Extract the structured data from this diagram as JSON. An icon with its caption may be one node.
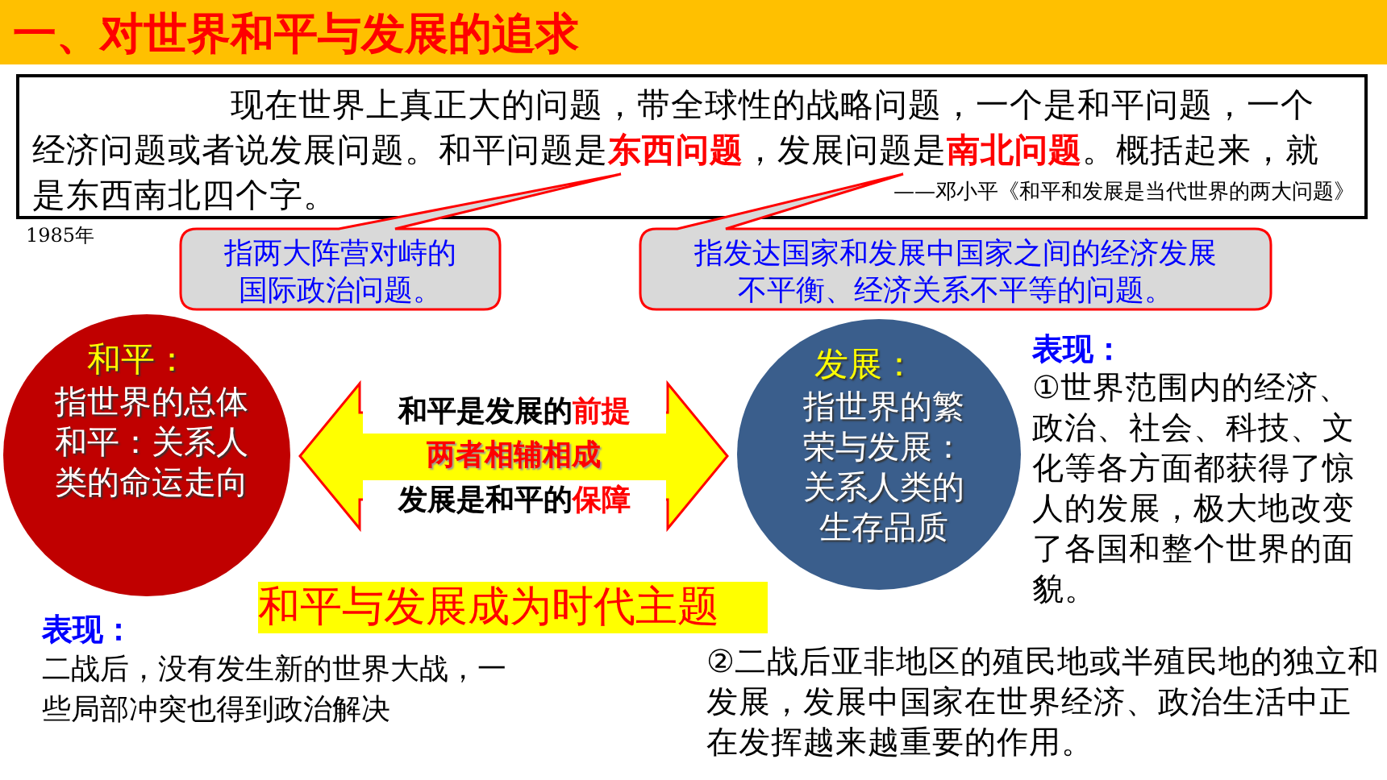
{
  "diagram": {
    "title": "一、对世界和平与发展的追求",
    "nodes": [
      {
        "text": [
          "现在世界上真正大的问题，带全球性的战略问题，一个是和平问题，一个经济问题或者说发展问题。和平问题是**东西问题**，发展问题是**南北问题**。概括起来，就是东西南北四个字。",
          "——邓小平《和平和发展是当代世界的两大问题》"
        ],
        "beside": [
          "1985年"
        ]
      },
      {
        "text": [
          "指两大阵营对峙的国际政治问题。"
        ]
      },
      {
        "text": [
          "指发达国家和发展中国家之间的经济发展不平衡、经济关系不平等的问题。"
        ]
      },
      {
        "text": [
          "和平：",
          "指世界的总体和平：关系人类的命运走向"
        ]
      },
      {
        "text": [
          "发展：",
          "指世界的繁荣与发展：关系人类的生存品质"
        ]
      }
    ],
    "edges": [
      {
        "from": 3,
        "to": 4,
        "arrow": "both",
        "label": "两者相辅相成"
      }
    ],
    "labels": [
      "表现：",
      "①世界范围内的经济、政治、社会、科技、文化等各方面都获得了惊人的发展，极大地改变了各国和整个世界的面貌。",
      "和平是发展的**前提**",
      "发展是和平的**保障**",
      "和平与发展成为时代主题",
      "表现：",
      "二战后，没有发生新的世界大战，一些局部冲突也得到政治解决",
      "②二战后亚非地区的殖民地或半殖民地的独立和发展，发展中国家在世界经济、政治生活中正在发挥越来越重要的作用。"
    ]
  }
}
